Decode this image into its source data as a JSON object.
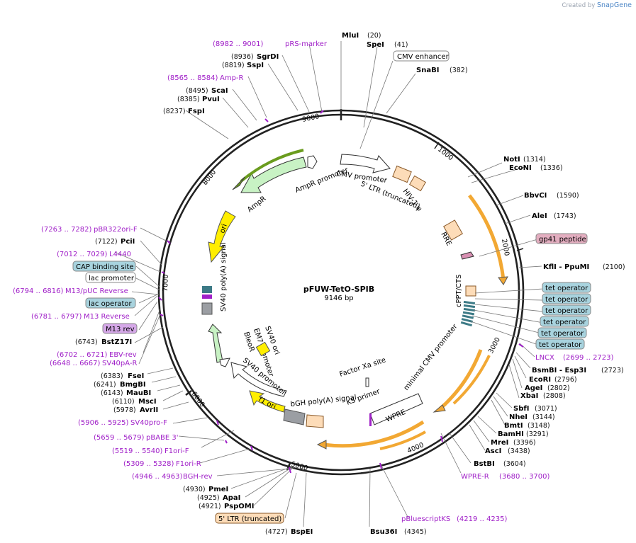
{
  "plasmid": {
    "name": "pFUW-TetO-SPIB",
    "length_bp": 9146,
    "size_label": "9146 bp"
  },
  "brand": {
    "prefix": "Created by",
    "name": "SnapGene"
  },
  "ticks": [
    "1000",
    "2000",
    "3000",
    "4000",
    "5000",
    "6000",
    "7000",
    "8000",
    "9000"
  ],
  "enzymes": [
    {
      "name": "MluI",
      "pos": "(20)"
    },
    {
      "name": "SpeI",
      "pos": "(41)"
    },
    {
      "name": "SnaBI",
      "pos": "(382)"
    },
    {
      "name": "NotI",
      "pos": "(1314)"
    },
    {
      "name": "EcoNI",
      "pos": "(1336)"
    },
    {
      "name": "BbvCI",
      "pos": "(1590)"
    },
    {
      "name": "AleI",
      "pos": "(1743)"
    },
    {
      "name": "KflI - PpuMI",
      "pos": "(2100)"
    },
    {
      "name": "BsmBI - Esp3I",
      "pos": "(2723)"
    },
    {
      "name": "EcoRI",
      "pos": "(2796)"
    },
    {
      "name": "AgeI",
      "pos": "(2802)"
    },
    {
      "name": "XbaI",
      "pos": "(2808)"
    },
    {
      "name": "SbfI",
      "pos": "(3071)"
    },
    {
      "name": "NheI",
      "pos": "(3144)"
    },
    {
      "name": "BmtI",
      "pos": "(3148)"
    },
    {
      "name": "BamHI",
      "pos": "(3291)"
    },
    {
      "name": "MreI",
      "pos": "(3396)"
    },
    {
      "name": "AscI",
      "pos": "(3438)"
    },
    {
      "name": "BstBI",
      "pos": "(3604)"
    },
    {
      "name": "Bsu36I",
      "pos": "(4345)"
    },
    {
      "name": "BspEI",
      "pos": "(4727)"
    },
    {
      "name": "PspOMI",
      "pos": "(4921)"
    },
    {
      "name": "ApaI",
      "pos": "(4925)"
    },
    {
      "name": "PmeI",
      "pos": "(4930)"
    },
    {
      "name": "AvrII",
      "pos": "(5978)"
    },
    {
      "name": "MscI",
      "pos": "(6110)"
    },
    {
      "name": "MauBI",
      "pos": "(6143)"
    },
    {
      "name": "BmgBI",
      "pos": "(6241)"
    },
    {
      "name": "FseI",
      "pos": "(6383)"
    },
    {
      "name": "BstZ17I",
      "pos": "(6743)"
    },
    {
      "name": "PciI",
      "pos": "(7122)"
    },
    {
      "name": "FspI",
      "pos": "(8237)"
    },
    {
      "name": "PvuI",
      "pos": "(8385)"
    },
    {
      "name": "ScaI",
      "pos": "(8495)"
    },
    {
      "name": "SspI",
      "pos": "(8819)"
    },
    {
      "name": "SgrDI",
      "pos": "(8936)"
    }
  ],
  "primers": [
    {
      "range": "(8982 .. 9001)",
      "name": "pRS-marker"
    },
    {
      "range": "(8565 .. 8584)",
      "name": "Amp-R"
    },
    {
      "range": "(7263 .. 7282)",
      "name": "pBR322ori-F"
    },
    {
      "range": "(7012 .. 7029)",
      "name": "L4440"
    },
    {
      "range": "(6794 .. 6816)",
      "name": "M13/pUC Reverse"
    },
    {
      "range": "(6781 .. 6797)",
      "name": "M13 Reverse"
    },
    {
      "range": "(6702 .. 6721)",
      "name": "EBV-rev"
    },
    {
      "range": "(6648 .. 6667)",
      "name": "SV40pA-R"
    },
    {
      "range": "(5906 .. 5925)",
      "name": "SV40pro-F"
    },
    {
      "range": "(5659 .. 5679)",
      "name": "pBABE 3'"
    },
    {
      "range": "(5519 .. 5540)",
      "name": "F1ori-F"
    },
    {
      "range": "(5309 .. 5328)",
      "name": "F1ori-R"
    },
    {
      "range": "(4946 .. 4963)",
      "name": "BGH-rev"
    },
    {
      "range": "(2699 .. 2723)",
      "name": "LNCX"
    },
    {
      "range": "(3680 .. 3700)",
      "name": "WPRE-R"
    },
    {
      "range": "(4219 .. 4235)",
      "name": "pBluescriptKS"
    }
  ],
  "boxed_labels": [
    {
      "text": "CMV enhancer",
      "style": "plain"
    },
    {
      "text": "gp41 peptide",
      "style": "pink"
    },
    {
      "text": "tet operator",
      "style": "blue"
    },
    {
      "text": "CAP binding site",
      "style": "blue"
    },
    {
      "text": "lac promoter",
      "style": "plain"
    },
    {
      "text": "lac operator",
      "style": "blue"
    },
    {
      "text": "M13 rev",
      "style": "purple"
    },
    {
      "text": "5' LTR (truncated)",
      "style": "peach"
    }
  ],
  "features": [
    "CMV promoter",
    "5' LTR (truncated)",
    "HIV-1 ψ",
    "RRE",
    "cPPT/CTS",
    "minimal CMV promoter",
    "WPRE",
    "KS primer",
    "Factor Xa site",
    "bGH poly(A) signal",
    "f1 ori",
    "SV40 promoter",
    "EM7 promoter",
    "BleoR",
    "SV40 ori",
    "SV40 poly(A) signal",
    "ori",
    "AmpR",
    "AmpR promoter"
  ],
  "colors": {
    "backbone": "#222222",
    "orange": "#f2a833",
    "green_dark": "#6a9c1e",
    "green_light": "#c8f2c4",
    "yellow": "#ffee00",
    "peach": "#fddcb8",
    "tet": "#3c7a86",
    "primer": "#a020c8",
    "gray": "#9b9ea3"
  }
}
